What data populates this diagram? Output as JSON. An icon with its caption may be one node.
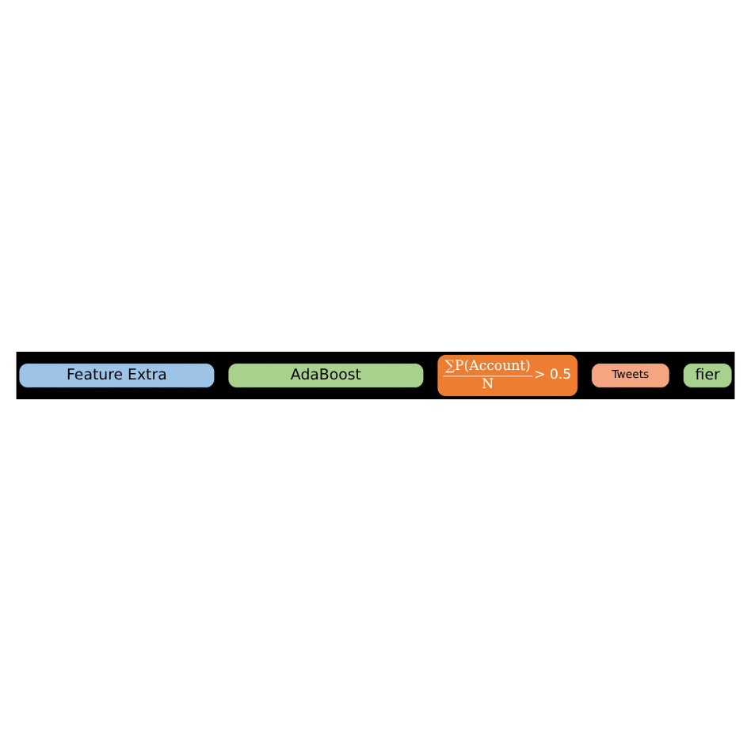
{
  "diagram": {
    "nodes": [
      {
        "text": [
          "Tweets"
        ]
      },
      {
        "text": [
          "fier"
        ]
      },
      {
        "text": [
          "Feature Extra"
        ]
      },
      {
        "text": [
          "AdaBoost"
        ]
      },
      {
        "text": [
          "∑P(Account)",
          "N",
          "> 0.5"
        ]
      }
    ]
  }
}
